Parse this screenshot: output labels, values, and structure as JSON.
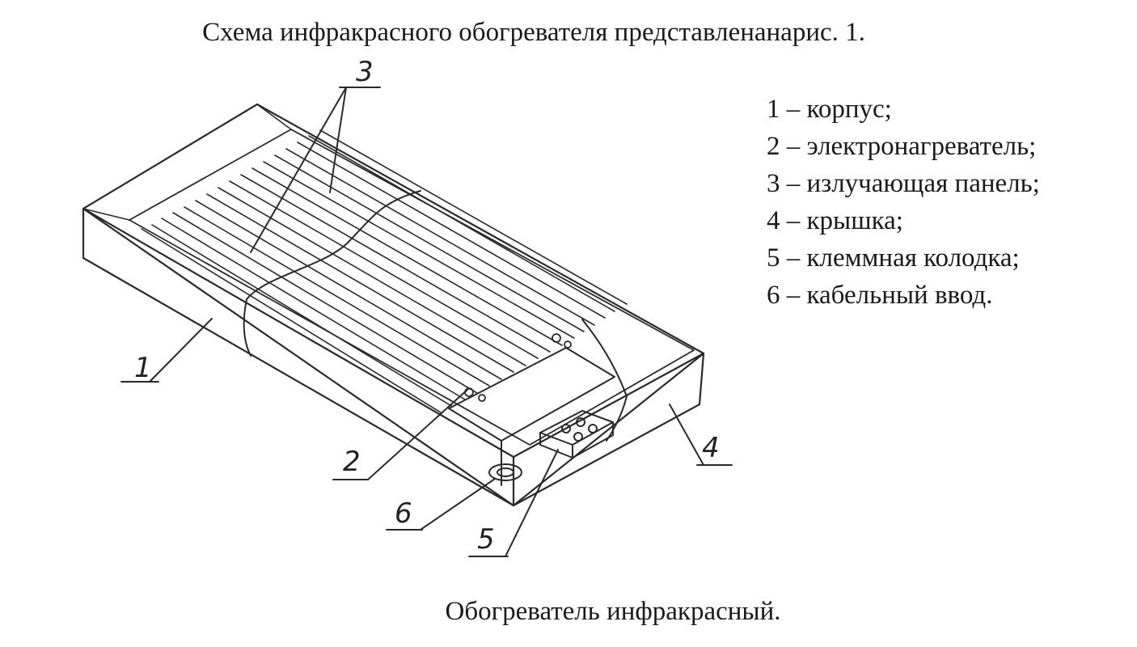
{
  "title": "Схема инфракрасного обогревателя представленанарис. 1.",
  "legend": [
    "1 – корпус;",
    "2 – электронагреватель;",
    "3 – излучающая панель;",
    "4 – крышка;",
    "5 – клеммная колодка;",
    "6 – кабельный ввод."
  ],
  "callouts": [
    "1",
    "2",
    "3",
    "4",
    "5",
    "6"
  ],
  "caption": "Обогреватель инфракрасный."
}
